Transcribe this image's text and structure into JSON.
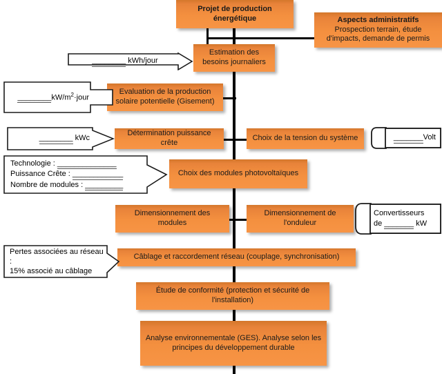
{
  "diagram": {
    "title": "Projet de production énergétique",
    "type": "flowchart",
    "accent_color": "#F2902E",
    "accent_color_top": "#D4772B",
    "line_color": "#000000",
    "callout_fill": "#FFFFFF",
    "callout_stroke": "#1A1A1A"
  },
  "nodes": {
    "project": {
      "label": "Projet de production énergétique"
    },
    "admin": {
      "title": "Aspects administratifs",
      "body": "Prospection terrain, étude d'impacts, demande de permis"
    },
    "besoins": {
      "label": "Estimation des besoins journaliers"
    },
    "gisement": {
      "label": "Evaluation de la production solaire potentielle (Gisement)"
    },
    "puissance_crete": {
      "label": "Détermination puissance crête"
    },
    "tension": {
      "label": "Choix de la tension du système"
    },
    "modules_pv": {
      "label": "Choix des modules photovoltaïques"
    },
    "dim_modules": {
      "label": "Dimensionnement des modules"
    },
    "dim_onduleur": {
      "label": "Dimensionnement de l'onduleur"
    },
    "cablage": {
      "label": "Câblage et raccordement réseau (couplage, synchronisation)"
    },
    "conformite": {
      "label": "Étude de conformité (protection et sécurité de l'installation)"
    },
    "analyse": {
      "label": "Analyse environnementale (GES). Analyse selon les principes du développement durable"
    }
  },
  "callouts": {
    "kwh_jour": {
      "blank": "________",
      "unit": "kWh/jour",
      "direction": "right"
    },
    "kw_m2_jour": {
      "blank": "________",
      "unit": "kW/m",
      "exponent": "2",
      "unit_suffix": "·jour",
      "direction": "right"
    },
    "kwc": {
      "blank": "________",
      "unit": "kWc",
      "direction": "right"
    },
    "volt": {
      "blank": "_______",
      "unit": "Volt",
      "direction": "left"
    },
    "modules_specs": {
      "direction": "right",
      "rows": [
        {
          "label": "Technologie :",
          "blank": "______________"
        },
        {
          "label": "Puissance Crête :",
          "blank": "____________"
        },
        {
          "label": "Nombre de modules :",
          "blank": "_________"
        }
      ]
    },
    "convertisseurs": {
      "direction": "left",
      "line1": "Convertisseurs",
      "line2_prefix": "de",
      "blank": "_______",
      "line2_suffix": "kW"
    },
    "pertes": {
      "direction": "right",
      "line1": "Pertes associées au réseau :",
      "line2": "15% associé au câblage"
    }
  }
}
